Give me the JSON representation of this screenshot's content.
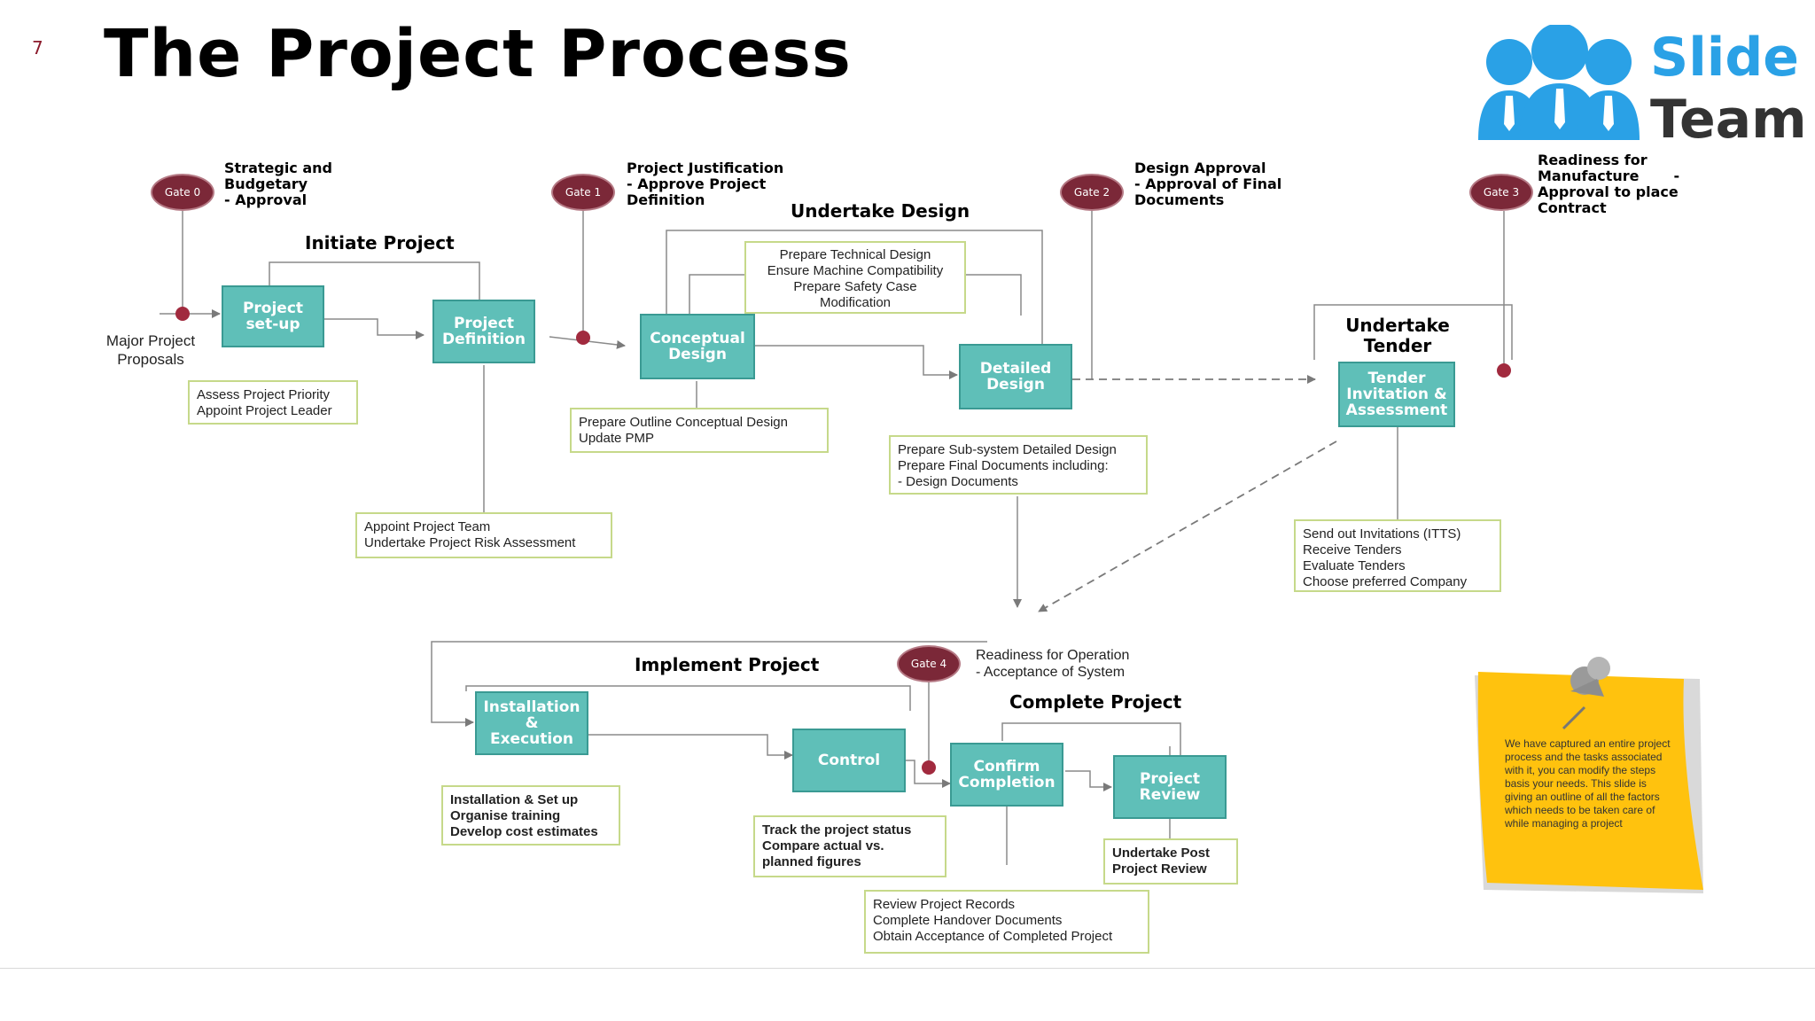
{
  "slide": {
    "number": "7",
    "title": "The Project Process",
    "logo": {
      "line1": "Slide",
      "line2": "Team"
    }
  },
  "gates": [
    {
      "id": "Gate 0",
      "label": "Strategic and\nBudgetary\n- Approval"
    },
    {
      "id": "Gate 1",
      "label": "Project Justification\n- Approve Project\nDefinition"
    },
    {
      "id": "Gate 2",
      "label": "Design Approval\n- Approval of Final\nDocuments"
    },
    {
      "id": "Gate 3",
      "label": "Readiness for\nManufacture       -\nApproval to place\nContract"
    },
    {
      "id": "Gate 4"
    }
  ],
  "sections": {
    "initiate": "Initiate Project",
    "design": "Undertake Design",
    "tender": "Undertake\nTender",
    "implement": "Implement Project",
    "complete": "Complete Project"
  },
  "start_label": "Major Project\nProposals",
  "gate4_caption": "Readiness for Operation\n- Acceptance of System",
  "steps": {
    "setup": "Project\nset-up",
    "definition": "Project\nDefinition",
    "conceptual": "Conceptual\nDesign",
    "detailed": "Detailed\nDesign",
    "tender": "Tender\nInvitation &\nAssessment",
    "installation": "Installation\n&\nExecution",
    "control": "Control",
    "confirm": "Confirm\nCompletion",
    "review": "Project\nReview"
  },
  "notes": {
    "setup": [
      "Assess Project Priority",
      "Appoint Project Leader"
    ],
    "definition": [
      "Appoint Project Team",
      "Undertake Project Risk Assessment"
    ],
    "conceptual": [
      "Prepare Outline Conceptual Design",
      "Update PMP"
    ],
    "technical": [
      "Prepare Technical Design",
      "Ensure Machine Compatibility",
      "Prepare Safety Case",
      "Modification"
    ],
    "detailed": [
      "Prepare Sub-system Detailed Design",
      "Prepare Final Documents including:",
      "- Design Documents"
    ],
    "tender": [
      "Send out Invitations (ITTS)",
      "Receive Tenders",
      "Evaluate Tenders",
      "Choose preferred Company"
    ],
    "installation": [
      "Installation & Set up",
      "Organise training",
      "Develop cost estimates"
    ],
    "control": [
      "Track the project status",
      "Compare actual vs.",
      "planned figures"
    ],
    "confirm": [
      "Review Project Records",
      "Complete Handover Documents",
      "Obtain Acceptance of Completed Project"
    ],
    "review": [
      "Undertake Post",
      "Project Review"
    ]
  },
  "sticky_note": "We have captured an entire project process and the tasks associated with it, you can modify the steps basis your needs. This slide is giving an outline of all the factors which needs to be taken care of while managing a project",
  "colors": {
    "step_fill": "#5fbfb8",
    "step_border": "#3a9a93",
    "gate": "#7b2838",
    "note_border": "#c6d98a",
    "sticky": "#ffc20e",
    "logo_blue": "#2aa1e6"
  }
}
